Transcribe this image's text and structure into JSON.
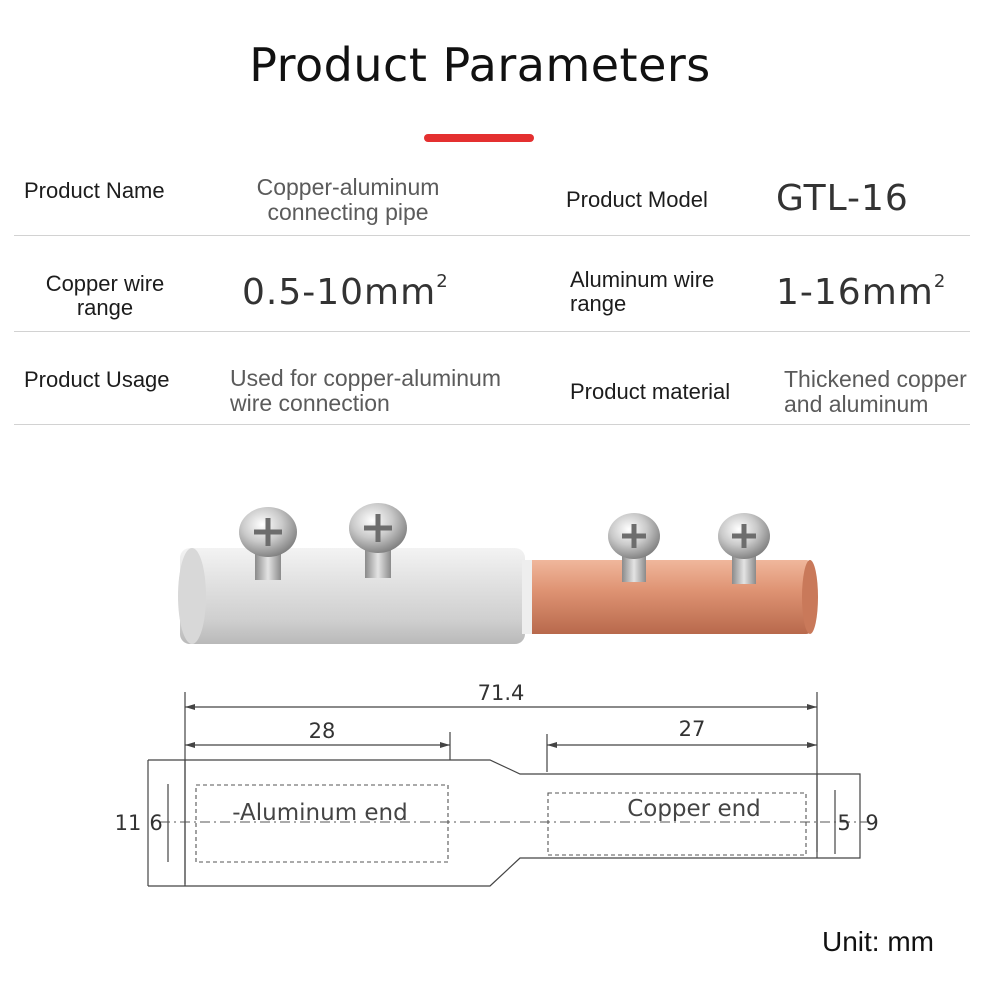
{
  "title": "Product Parameters",
  "accent_color": "#e43030",
  "params": {
    "product_name": {
      "label": "Product Name",
      "value": "Copper-aluminum connecting pipe",
      "value_line1": "Copper-aluminum",
      "value_line2": "connecting pipe"
    },
    "product_model": {
      "label": "Product Model",
      "value": "GTL-16"
    },
    "copper_wire_range": {
      "label_line1": "Copper wire",
      "label_line2": "range",
      "value": "0.5-10mm",
      "unit_sup": "2"
    },
    "aluminum_wire_range": {
      "label_line1": "Aluminum wire",
      "label_line2": "range",
      "value": "1-16mm",
      "unit_sup": "2"
    },
    "product_usage": {
      "label": "Product Usage",
      "value_line1": "Used for copper-aluminum",
      "value_line2": "wire connection"
    },
    "product_material": {
      "label": "Product material",
      "value_line1": "Thickened copper",
      "value_line2": "and aluminum"
    }
  },
  "diagram": {
    "total_length": "71.4",
    "aluminum_length": "28",
    "copper_length": "27",
    "aluminum_outer_dia": "11",
    "aluminum_inner_dia": "6",
    "copper_inner_dia": "5",
    "copper_outer_dia": "9",
    "aluminum_label": "-Aluminum end",
    "copper_label": "Copper end"
  },
  "unit_label": "Unit: mm"
}
